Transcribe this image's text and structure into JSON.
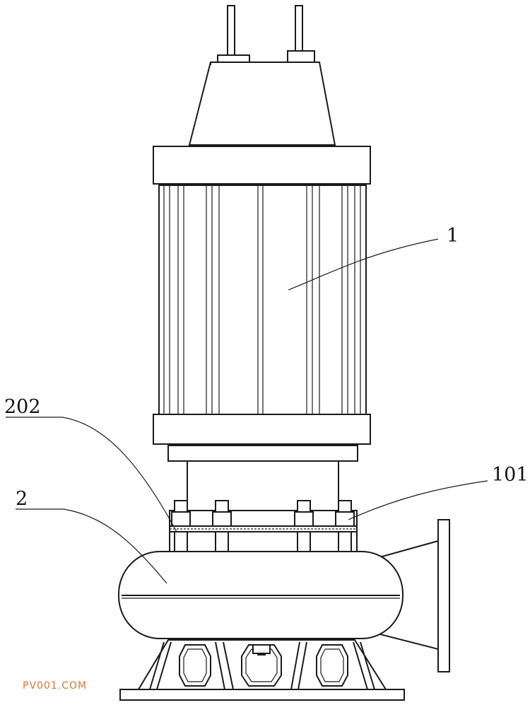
{
  "labels": {
    "motor": "1",
    "motor_flange": "101",
    "pump_casing": "2",
    "casing_seal": "202"
  },
  "watermark": "PV001.COM",
  "colors": {
    "line": "#1a1a1a",
    "watermark": "#d07a3a"
  }
}
